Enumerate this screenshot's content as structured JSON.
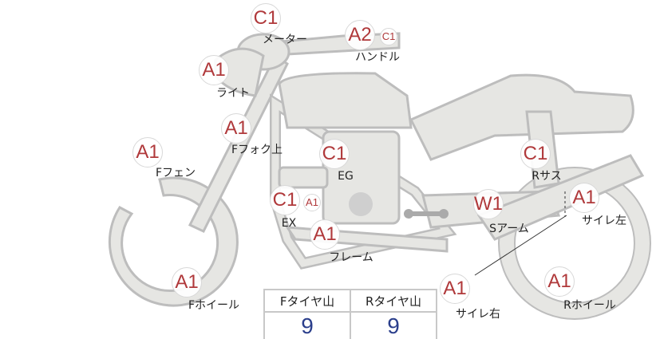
{
  "badges": [
    {
      "id": "meter",
      "grade": "C1"
    },
    {
      "id": "handle",
      "grade": "A2",
      "sub": "C1"
    },
    {
      "id": "light",
      "grade": "A1"
    },
    {
      "id": "ffork",
      "grade": "A1"
    },
    {
      "id": "ffender",
      "grade": "A1"
    },
    {
      "id": "eg",
      "grade": "C1"
    },
    {
      "id": "rsus",
      "grade": "C1"
    },
    {
      "id": "ex",
      "grade": "C1",
      "sub": "A1"
    },
    {
      "id": "sarm",
      "grade": "W1"
    },
    {
      "id": "muffler_l",
      "grade": "A1"
    },
    {
      "id": "frame",
      "grade": "A1"
    },
    {
      "id": "fwheel",
      "grade": "A1"
    },
    {
      "id": "muffler_r",
      "grade": "A1"
    },
    {
      "id": "rwheel",
      "grade": "A1"
    }
  ],
  "labels": {
    "meter": "メーター",
    "handle": "ハンドル",
    "light": "ライト",
    "ffork": "Fフォク上",
    "ffender": "Fフェン",
    "eg": "EG",
    "rsus": "Rサス",
    "ex": "EX",
    "sarm": "Sアーム",
    "muffler_l": "サイレ左",
    "frame": "フレーム",
    "fwheel": "Fホイール",
    "muffler_r": "サイレ右",
    "rwheel": "Rホイール"
  },
  "tire_table": {
    "headers": [
      "Fタイヤ山",
      "Rタイヤ山"
    ],
    "values": [
      "9",
      "9"
    ]
  }
}
